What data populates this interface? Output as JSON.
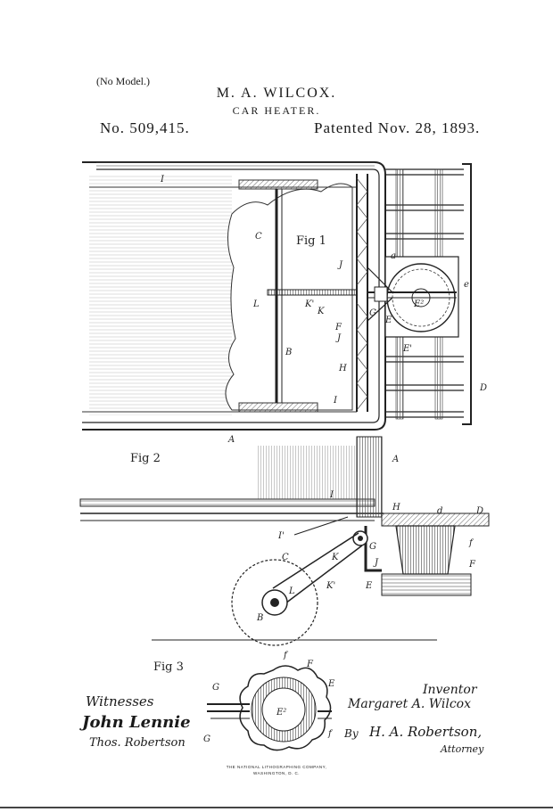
{
  "header": {
    "model_note": "(No Model.)",
    "inventor": "M. A. WILCOX.",
    "title": "CAR HEATER.",
    "patent_number": "No. 509,415.",
    "patent_date": "Patented Nov. 28, 1893."
  },
  "figures": {
    "fig1": "Fig 1",
    "fig2": "Fig 2",
    "fig3": "Fig 3"
  },
  "fig1_labels": [
    "I",
    "C",
    "L",
    "K'",
    "K",
    "F",
    "J",
    "B",
    "H",
    "I",
    "J",
    "G",
    "a",
    "E²",
    "E",
    "E'",
    "e",
    "D"
  ],
  "fig2_labels": [
    "A",
    "A",
    "I",
    "H",
    "I'",
    "d",
    "D",
    "G",
    "f",
    "F",
    "K",
    "C",
    "L",
    "K'",
    "J",
    "E",
    "B"
  ],
  "fig3_labels": [
    "f",
    "F",
    "E",
    "G",
    "E²",
    "G",
    "f"
  ],
  "footer": {
    "witnesses_heading": "Witnesses",
    "witness_1": "John Lennie",
    "witness_2": "Thos. Robertson",
    "inventor_heading": "Inventor",
    "inventor_signature": "Margaret A. Wilcox",
    "by": "By",
    "attorney_signature": "H. A. Robertson,",
    "attorney_heading": "Attorney",
    "printer_line_1": "THE NATIONAL LITHOGRAPHING COMPANY,",
    "printer_line_2": "WASHINGTON, D. C."
  }
}
